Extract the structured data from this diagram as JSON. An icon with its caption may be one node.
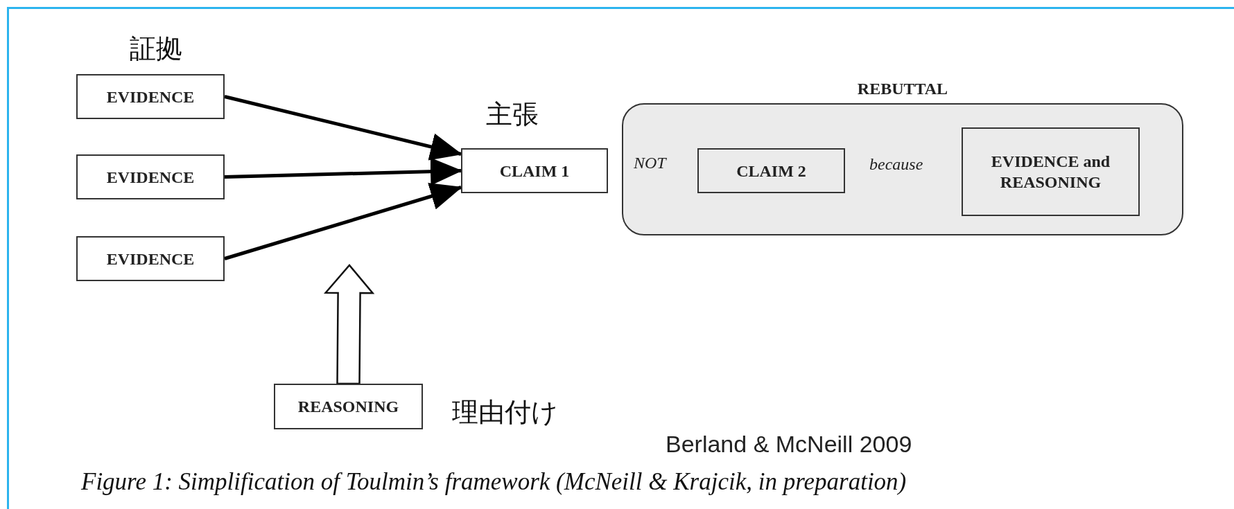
{
  "diagram": {
    "caption": "Figure 1: Simplification of Toulmin’s framework (McNeill & Krajcik, in preparation)",
    "nodes": [
      {
        "text": [
          "EVIDENCE"
        ],
        "beside": [
          "証拠"
        ]
      },
      {
        "text": [
          "EVIDENCE"
        ]
      },
      {
        "text": [
          "EVIDENCE"
        ]
      },
      {
        "text": [
          "CLAIM 1"
        ],
        "beside": [
          "主張"
        ]
      },
      {
        "text": [
          "REBUTTAL"
        ]
      },
      {
        "text": [
          "CLAIM 2"
        ],
        "in": 4
      },
      {
        "text": [
          "EVIDENCE and REASONING"
        ],
        "in": 4
      },
      {
        "text": [
          "REASONING"
        ],
        "beside": [
          "理由付け"
        ]
      }
    ],
    "edges": [
      {
        "from": 0,
        "to": 3,
        "arrow": "to"
      },
      {
        "from": 1,
        "to": 3,
        "arrow": "to"
      },
      {
        "from": 2,
        "to": 3,
        "arrow": "to"
      },
      {
        "from": 7,
        "to": null,
        "arrow": "to",
        "style": "thick"
      }
    ],
    "labels": [
      "NOT",
      "because",
      "Berland & McNeill 2009"
    ]
  }
}
